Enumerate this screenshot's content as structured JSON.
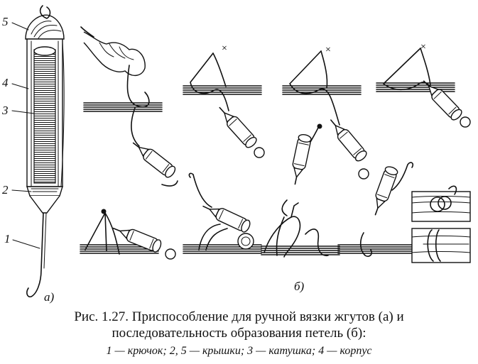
{
  "figure": {
    "labels": {
      "n5": "5",
      "n4": "4",
      "n3": "3",
      "n2": "2",
      "n1": "1",
      "panel_a": "а)",
      "panel_b": "б)"
    },
    "marks": {
      "cross": "×"
    },
    "caption": {
      "line1": "Рис. 1.27. Приспособление для ручной вязки жгутов (а) и",
      "line2": "последовательность образования петель (б):",
      "line3": "1 — крючок; 2, 5 — крышки; 3 — катушка; 4 — корпус"
    }
  }
}
